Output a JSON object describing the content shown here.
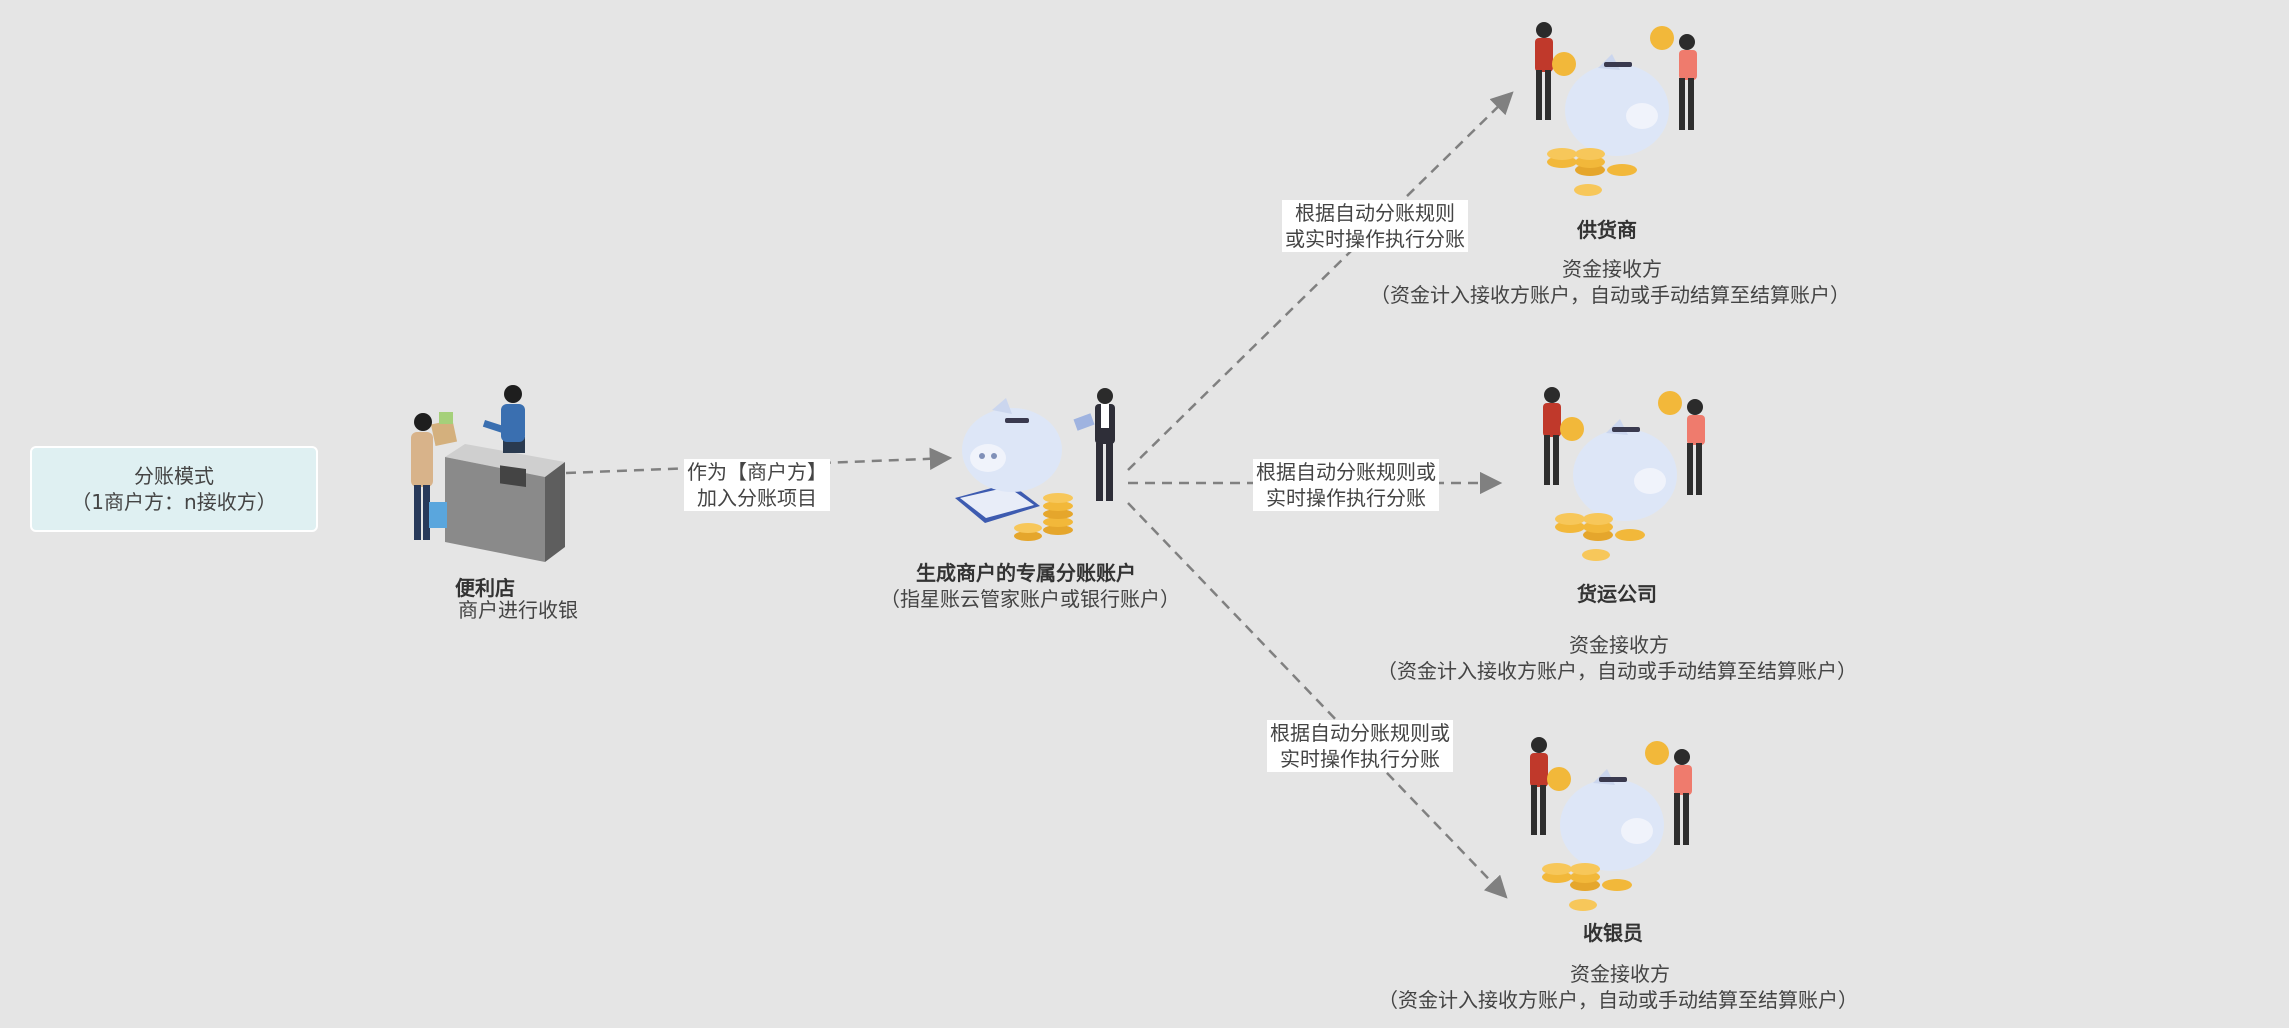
{
  "mode_box": {
    "line1": "分账模式",
    "line2": "（1商户方：n接收方）"
  },
  "store": {
    "title": "便利店",
    "subtitle": "商户进行收银"
  },
  "merchant_edge": {
    "line1": "作为【商户方】",
    "line2": "加入分账项目"
  },
  "account": {
    "title": "生成商户的专属分账账户",
    "subtitle": "（指星账云管家账户或银行账户）"
  },
  "edges": [
    {
      "line1": "根据自动分账规则",
      "line2": "或实时操作执行分账"
    },
    {
      "line1": "根据自动分账规则或",
      "line2": "实时操作执行分账"
    },
    {
      "line1": "根据自动分账规则或",
      "line2": "实时操作执行分账"
    }
  ],
  "receivers": [
    {
      "title": "供货商",
      "role": "资金接收方",
      "desc": "（资金计入接收方账户，自动或手动结算至结算账户）"
    },
    {
      "title": "货运公司",
      "role": "资金接收方",
      "desc": "（资金计入接收方账户，自动或手动结算至结算账户）"
    },
    {
      "title": "收银员",
      "role": "资金接收方",
      "desc": "（资金计入接收方账户，自动或手动结算至结算账户）"
    }
  ],
  "colors": {
    "background": "#e5e5e5",
    "mode_box": "#dff0f2",
    "arrow": "#808080",
    "coin": "#f2b83a",
    "piggy": "#dde6f7"
  }
}
